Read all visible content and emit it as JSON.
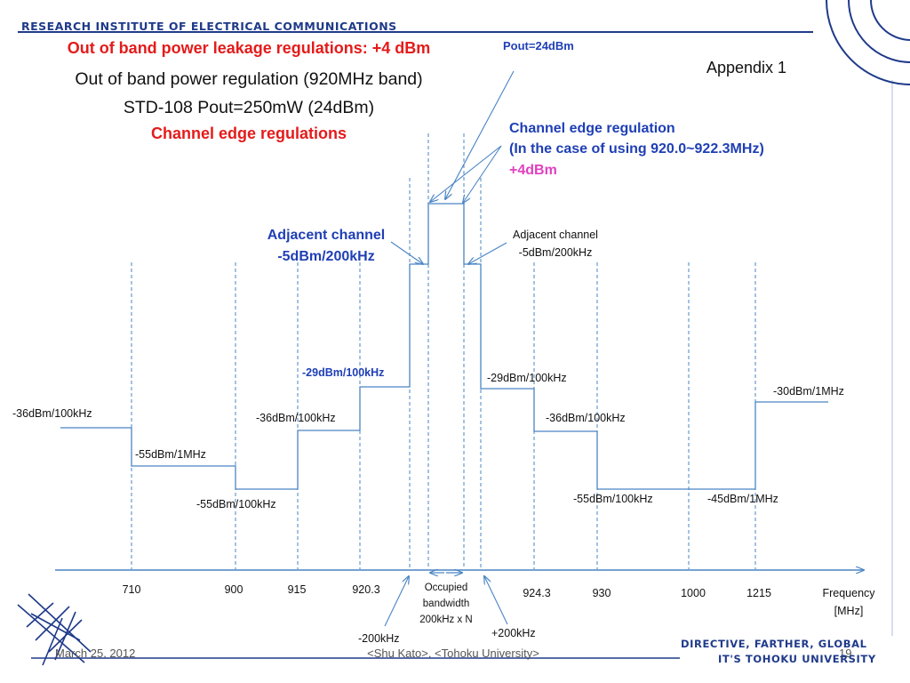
{
  "header": {
    "institute": "RESEARCH INSTITUTE OF ELECTRICAL COMMUNICATIONS"
  },
  "title": {
    "line1": "Out of band power leakage regulations: +4 dBm",
    "line2": "Out of band power regulation (920MHz band)",
    "line3": "STD-108   Pout=250mW (24dBm)",
    "line4": "Channel edge regulations"
  },
  "appendix": "Appendix 1",
  "pout": "Pout=24dBm",
  "channel_edge": {
    "line1": "Channel edge regulation",
    "line2": "(In the case of using 920.0~922.3MHz)",
    "line3": "+4dBm"
  },
  "adjacent_left": {
    "line1": "Adjacent channel",
    "line2": "-5dBm/200kHz"
  },
  "adjacent_right": {
    "line1": "Adjacent channel",
    "line2": "-5dBm/200kHz"
  },
  "levels": {
    "l_36_left": "-36dBm/100kHz",
    "l_55_1m": "-55dBm/1MHz",
    "l_55_100k_left": "-55dBm/100kHz",
    "l_36_mid_left": "-36dBm/100kHz",
    "l_29_left": "-29dBm/100kHz",
    "l_29_right": "-29dBm/100kHz",
    "l_36_mid_right": "-36dBm/100kHz",
    "l_55_100k_right": "-55dBm/100kHz",
    "l_45_1m": "-45dBm/1MHz",
    "l_30_1m": "-30dBm/1MHz"
  },
  "ticks": [
    "710",
    "900",
    "915",
    "920.3",
    "924.3",
    "930",
    "1000",
    "1215"
  ],
  "occupied": {
    "line1": "Occupied",
    "line2": "bandwidth",
    "line3": "200kHz x N"
  },
  "offsets": {
    "minus": "-200kHz",
    "plus": "+200kHz"
  },
  "axis": {
    "line1": "Frequency",
    "line2": "[MHz]"
  },
  "footer": {
    "date": "March 25, 2012",
    "author": "<Shu Kato>, <Tohoku University>",
    "page": "19",
    "slogan1": "DIRECTIVE, FARTHER, GLOBAL",
    "slogan2": "IT'S TOHOKU UNIVERSITY"
  },
  "colors": {
    "red": "#e41b1b",
    "blue": "#1f3fb5",
    "magenta": "#e040c0",
    "line": "#4a84c4",
    "navy": "#1f3a8a"
  }
}
